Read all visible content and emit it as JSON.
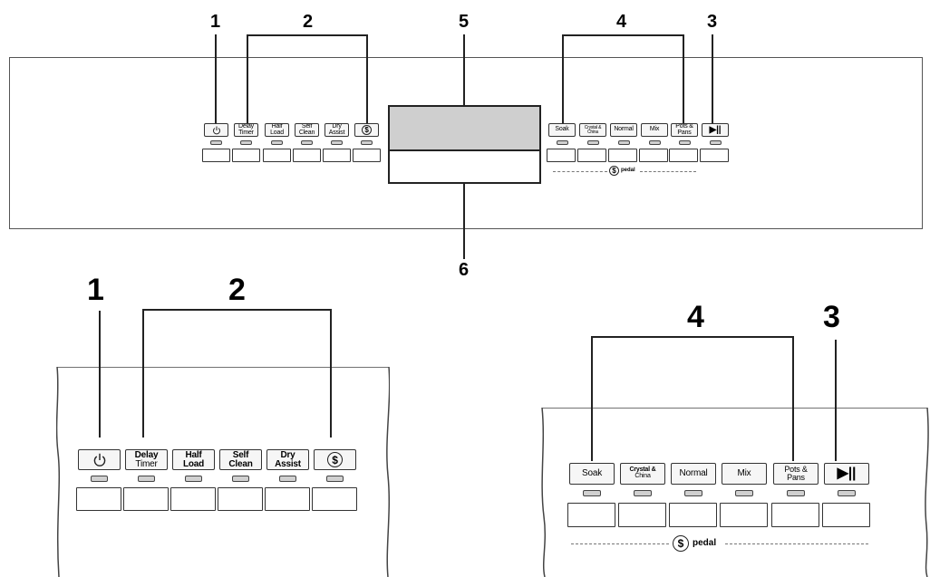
{
  "callouts": {
    "top": {
      "c1": "1",
      "c2": "2",
      "c3": "3",
      "c4": "4",
      "c5": "5",
      "c6": "6"
    },
    "zoom_left": {
      "c1": "1",
      "c2": "2"
    },
    "zoom_right": {
      "c3": "3",
      "c4": "4"
    }
  },
  "buttons_left": {
    "power_icon": "power-icon",
    "delay_timer": [
      "Delay",
      "Timer"
    ],
    "half_load": [
      "Half",
      "Load"
    ],
    "self_clean": [
      "Self",
      "Clean"
    ],
    "dry_assist": [
      "Dry",
      "Assist"
    ],
    "eco_symbol": "$"
  },
  "buttons_right": {
    "soak": "Soak",
    "crystal_china": [
      "Crystal &",
      "China"
    ],
    "normal": "Normal",
    "mix": "Mix",
    "pots_pans": [
      "Pots &",
      "Pans"
    ],
    "start_pause_icon": "play-pause-icon",
    "start_pause_glyph": "▶||"
  },
  "pedal": {
    "symbol": "$",
    "label": "pedal"
  },
  "colors": {
    "display_top": "#cfcfcf",
    "outline": "#222222",
    "led": "#d0d0d0"
  }
}
